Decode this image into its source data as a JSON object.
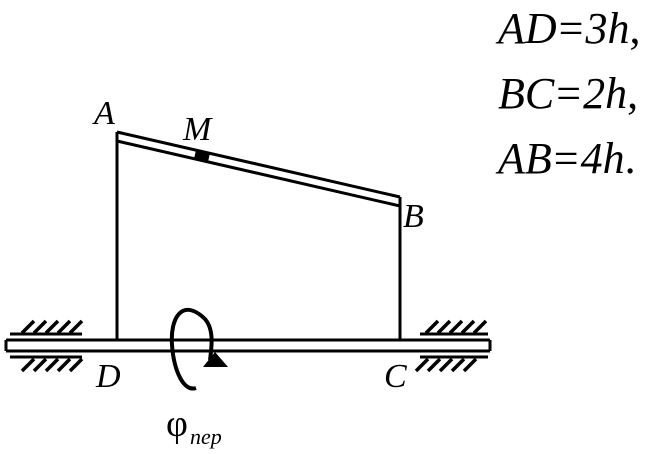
{
  "points": {
    "A": "A",
    "B": "B",
    "C": "C",
    "D": "D",
    "M": "M"
  },
  "equations": [
    {
      "lhs": "AD",
      "rhs": "3h",
      "end": ","
    },
    {
      "lhs": "BC",
      "rhs": "2h",
      "end": ","
    },
    {
      "lhs": "AB",
      "rhs": "4h",
      "end": "."
    }
  ],
  "rotation": {
    "symbol": "φ",
    "subscript": "пер"
  }
}
